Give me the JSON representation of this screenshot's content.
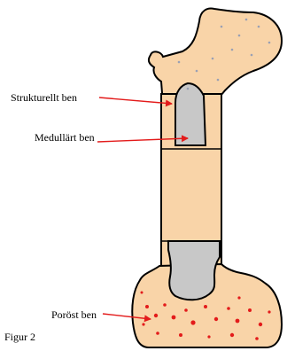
{
  "labels": {
    "structural_bone": "Strukturellt ben",
    "medullary_bone": "Medullärt ben",
    "porous_bone": "Poröst ben",
    "figure_caption": "Figur 2"
  },
  "colors": {
    "bone_fill": "#f9d4a8",
    "marrow_fill": "#c8c8c8",
    "outline": "#000000",
    "arrow": "#e31b1b",
    "pores": "#e31b1b",
    "dots": "#9aa0b4"
  }
}
